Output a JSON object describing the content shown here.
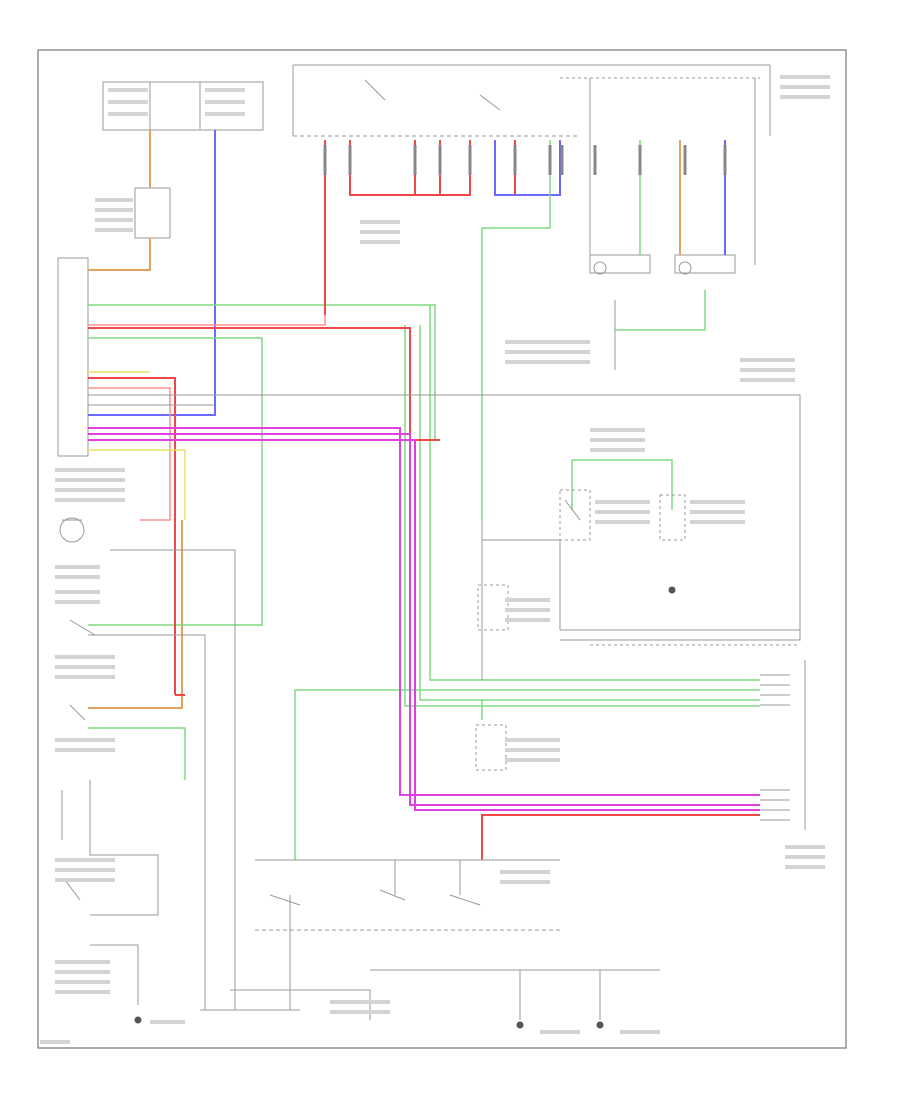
{
  "colors": {
    "background": "#ffffff",
    "frame": "#777777",
    "line": "#9a9a9a",
    "text": "#a0a0a0",
    "wire_red": "#f04848",
    "wire_pink": "#ff7a7a",
    "wire_green": "#80d880",
    "wire_blue": "#6a6aff",
    "wire_magenta": "#e040e0",
    "wire_orange": "#e8a060",
    "wire_yellow": "#e8e060",
    "wire_gray": "#888888"
  },
  "icons": [
    "ground-symbol",
    "switch-contact",
    "connector-pin"
  ]
}
